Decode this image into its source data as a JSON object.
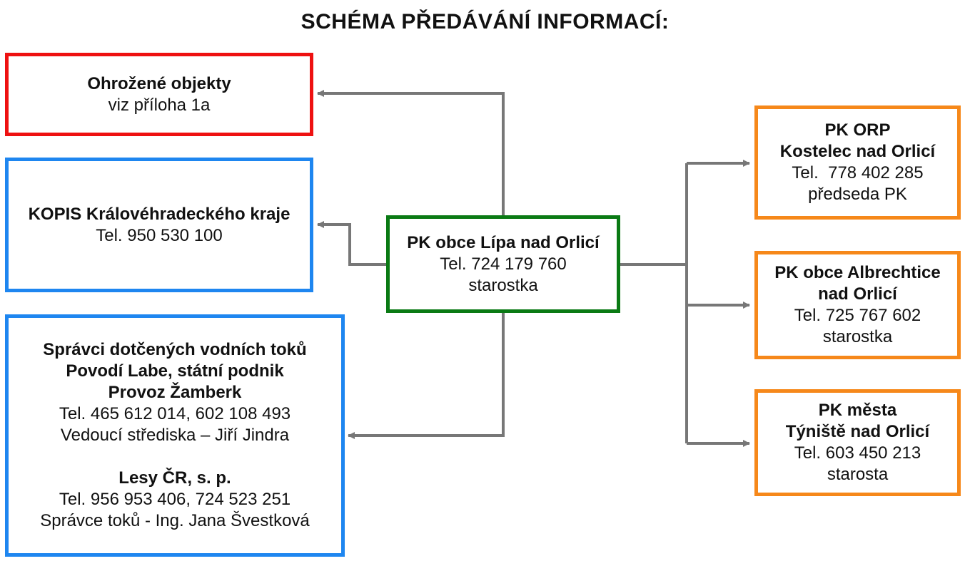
{
  "title": "SCHÉMA PŘEDÁVÁNÍ INFORMACÍ:",
  "colors": {
    "red": "#ee1111",
    "blue": "#1e86f0",
    "green": "#0a7a14",
    "orange": "#f6881a",
    "connector": "#777777"
  },
  "center": {
    "title": "PK obce Lípa nad Orlicí",
    "phone": "Tel. 724 179 760",
    "role": "starostka"
  },
  "left": {
    "threatened": {
      "title": "Ohrožené objekty",
      "note": "viz příloha 1a"
    },
    "kopis": {
      "title": "KOPIS Královéhradeckého kraje",
      "phone": "Tel. 950 530 100"
    },
    "water": {
      "line1": "Správci dotčených vodních toků",
      "line2": "Povodí Labe, státní podnik",
      "line3": "Provoz Žamberk",
      "phone": "Tel. 465 612 014, 602 108 493",
      "contact": "Vedoucí střediska – Jiří Jindra",
      "forest_title": "Lesy ČR, s. p.",
      "forest_phone": "Tel. 956 953 406, 724 523 251",
      "forest_contact": "Správce toků - Ing. Jana Švestková"
    }
  },
  "right": {
    "orp": {
      "line1": "PK ORP",
      "line2": "Kostelec nad Orlicí",
      "phone": "Tel.  778 402 285",
      "role": "předseda PK"
    },
    "albrechtice": {
      "line1": "PK obce Albrechtice",
      "line2": "nad Orlicí",
      "phone": "Tel. 725 767 602",
      "role": "starostka"
    },
    "tyniste": {
      "line1": "PK města",
      "line2": "Týniště nad Orlicí",
      "phone": "Tel. 603 450 213",
      "role": "starosta"
    }
  }
}
